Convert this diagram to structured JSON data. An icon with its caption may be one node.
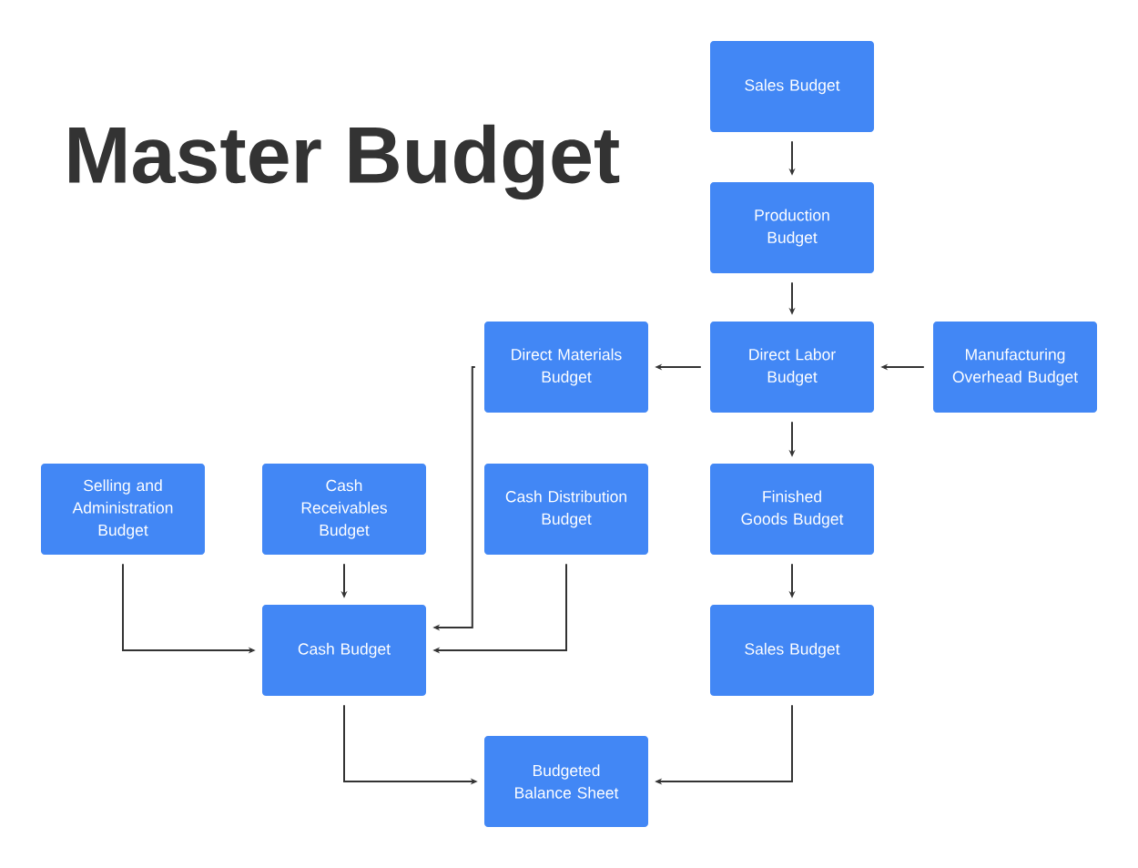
{
  "diagram": {
    "title": "Master Budget",
    "nodes": [
      {
        "text": [
          "Sales Budget"
        ]
      },
      {
        "text": [
          "Production Budget"
        ]
      },
      {
        "text": [
          "Direct Materials Budget"
        ]
      },
      {
        "text": [
          "Direct Labor Budget"
        ]
      },
      {
        "text": [
          "Manufacturing Overhead Budget"
        ]
      },
      {
        "text": [
          "Selling and Administration Budget"
        ]
      },
      {
        "text": [
          "Cash Receivables Budget"
        ]
      },
      {
        "text": [
          "Cash Distribution Budget"
        ]
      },
      {
        "text": [
          "Finished Goods Budget"
        ]
      },
      {
        "text": [
          "Cash Budget"
        ]
      },
      {
        "text": [
          "Sales Budget"
        ]
      },
      {
        "text": [
          "Budgeted Balance Sheet"
        ]
      }
    ],
    "edges": [
      {
        "from": 0,
        "to": 1,
        "arrow": "to"
      },
      {
        "from": 1,
        "to": 3,
        "arrow": "to"
      },
      {
        "from": 3,
        "to": 2,
        "arrow": "to"
      },
      {
        "from": 4,
        "to": 3,
        "arrow": "to"
      },
      {
        "from": 3,
        "to": 8,
        "arrow": "to"
      },
      {
        "from": 8,
        "to": 10,
        "arrow": "to"
      },
      {
        "from": 6,
        "to": 9,
        "arrow": "to"
      },
      {
        "from": 5,
        "to": 9,
        "arrow": "to"
      },
      {
        "from": 2,
        "to": 9,
        "arrow": "to"
      },
      {
        "from": 7,
        "to": 9,
        "arrow": "to"
      },
      {
        "from": 9,
        "to": 11,
        "arrow": "to"
      },
      {
        "from": 10,
        "to": 11,
        "arrow": "to"
      }
    ]
  }
}
